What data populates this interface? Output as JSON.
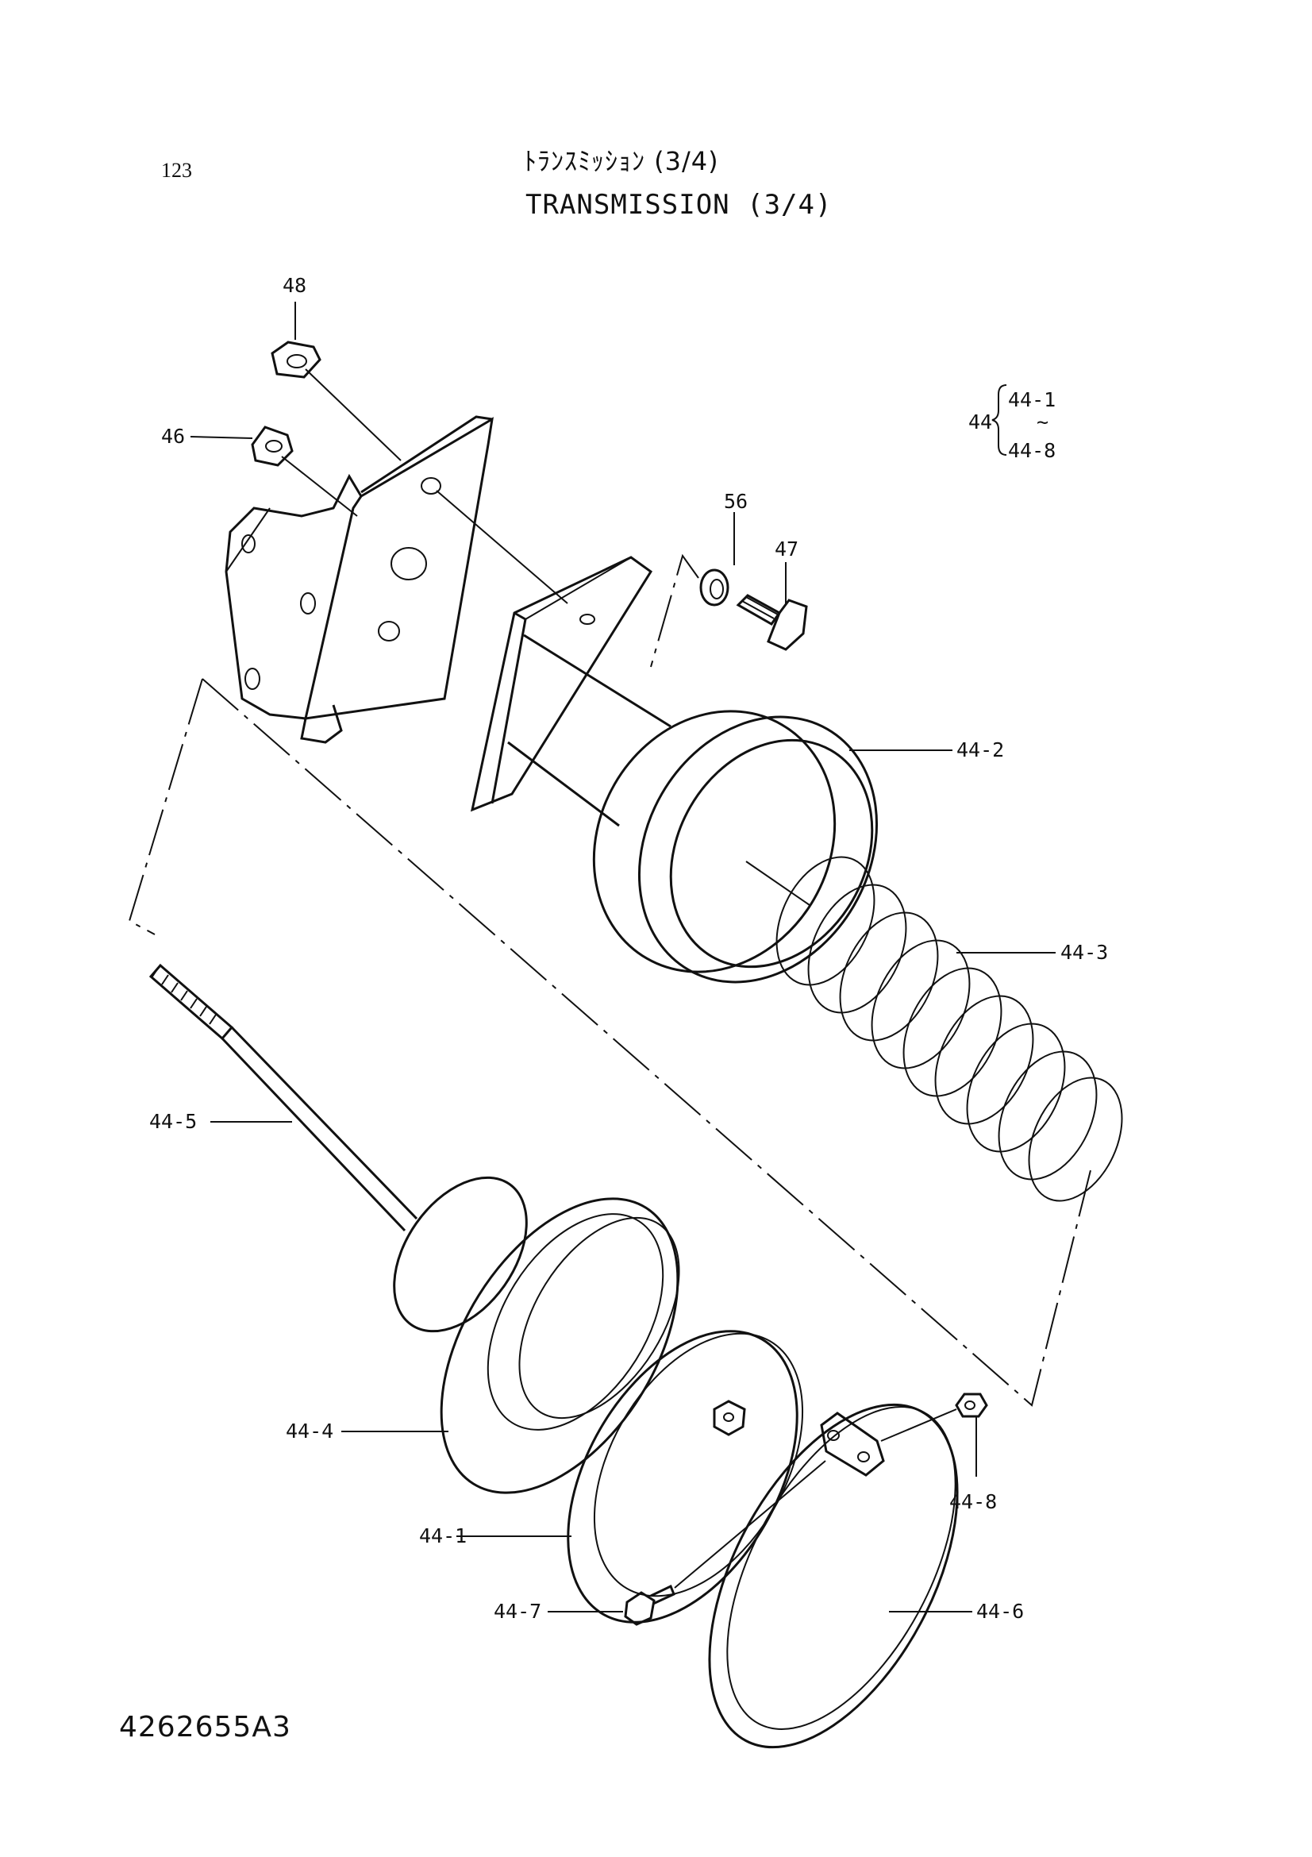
{
  "page_number": "123",
  "title_jp": "ﾄﾗﾝｽﾐｯｼｮﾝ (3/4)",
  "title_en": "TRANSMISSION (3/4)",
  "document_code": "4262655A3",
  "assembly_note": {
    "parent": "44",
    "from": "44-1",
    "tilde": "~",
    "to": "44-8"
  },
  "callouts": [
    {
      "id": "48",
      "label": "48"
    },
    {
      "id": "46",
      "label": "46"
    },
    {
      "id": "56",
      "label": "56"
    },
    {
      "id": "47",
      "label": "47"
    },
    {
      "id": "44-2",
      "label": "44-2"
    },
    {
      "id": "44-3",
      "label": "44-3"
    },
    {
      "id": "44-5",
      "label": "44-5"
    },
    {
      "id": "44-4",
      "label": "44-4"
    },
    {
      "id": "44-1",
      "label": "44-1"
    },
    {
      "id": "44-8",
      "label": "44-8"
    },
    {
      "id": "44-7",
      "label": "44-7"
    },
    {
      "id": "44-6",
      "label": "44-6"
    }
  ]
}
